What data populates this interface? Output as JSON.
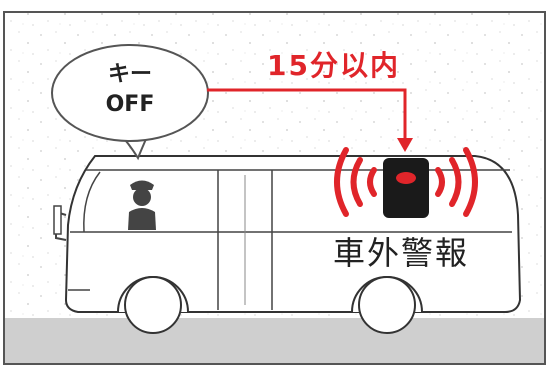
{
  "speech_bubble": {
    "line1": "キー",
    "line2": "OFF"
  },
  "time_label": "15分以内",
  "alarm_label": "車外警報",
  "colors": {
    "background": "#ffffff",
    "ground": "#cfcfcf",
    "frame": "#555555",
    "alert_red": "#e0252a",
    "device_black": "#1a1a1a",
    "driver_gray": "#444444"
  },
  "icons": [
    "speech-bubble",
    "arrow-down",
    "warning-lamp",
    "sound-waves",
    "driver",
    "bus"
  ]
}
